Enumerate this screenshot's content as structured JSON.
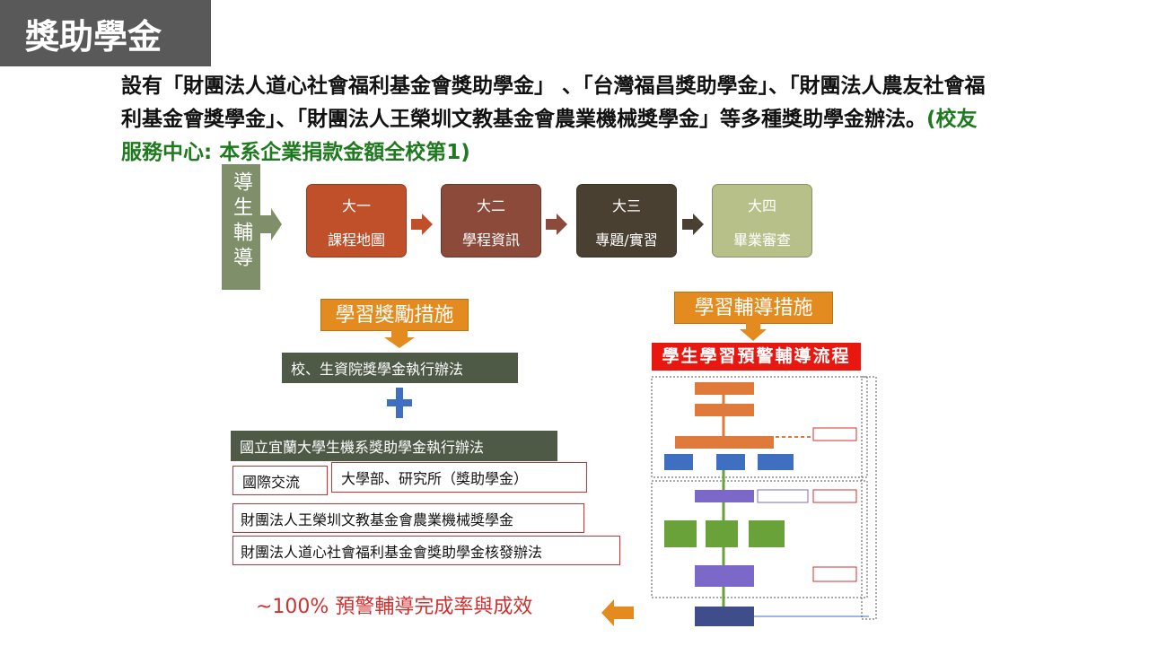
{
  "slide": {
    "title": "獎助學金",
    "intro_text": "設有「財團法人道心社會福利基金會獎助學金」 、「台灣福昌獎助學金」、「財團法人農友社會福利基金會獎學金」、「財團法人王榮圳文教基金會農業機械獎學金」等多種獎助學金辦法。",
    "intro_highlight": "(校友服務中心: 本系企業捐款金額全校第1)"
  },
  "guidance": {
    "label": "導生輔導",
    "stages": [
      {
        "year": "大一",
        "name": "課程地圖",
        "color": "#c0502a"
      },
      {
        "year": "大二",
        "name": "學程資訊",
        "color": "#8b4a3a"
      },
      {
        "year": "大三",
        "name": "專題/實習",
        "color": "#4a4032"
      },
      {
        "year": "大四",
        "name": "畢業審查",
        "color": "#b8c08a"
      }
    ]
  },
  "rewards": {
    "tag": "學習獎勵措施",
    "school_rule": "校、生資院獎學金執行辦法",
    "dept_rule": "國立宜蘭大學生機系獎助學金執行辦法",
    "items": [
      "國際交流",
      "大學部、研究所（獎助學金）",
      "財團法人王榮圳文教基金會農業機械獎學金",
      "財團法人道心社會福利基金會獎助學金核發辦法"
    ]
  },
  "guidance_measures": {
    "tag": "學習輔導措施",
    "banner": "學生學習預警輔導流程"
  },
  "footer": {
    "result": "~100% 預警輔導完成率與成效"
  },
  "colors": {
    "title_bg": "#595959",
    "highlight": "#1f7a1f",
    "accent_orange": "#e38b1e",
    "accent_red": "#d0302f",
    "flow_purple": "#7b68c8",
    "flow_green": "#6aa23a",
    "flow_orange": "#e07a3a"
  }
}
